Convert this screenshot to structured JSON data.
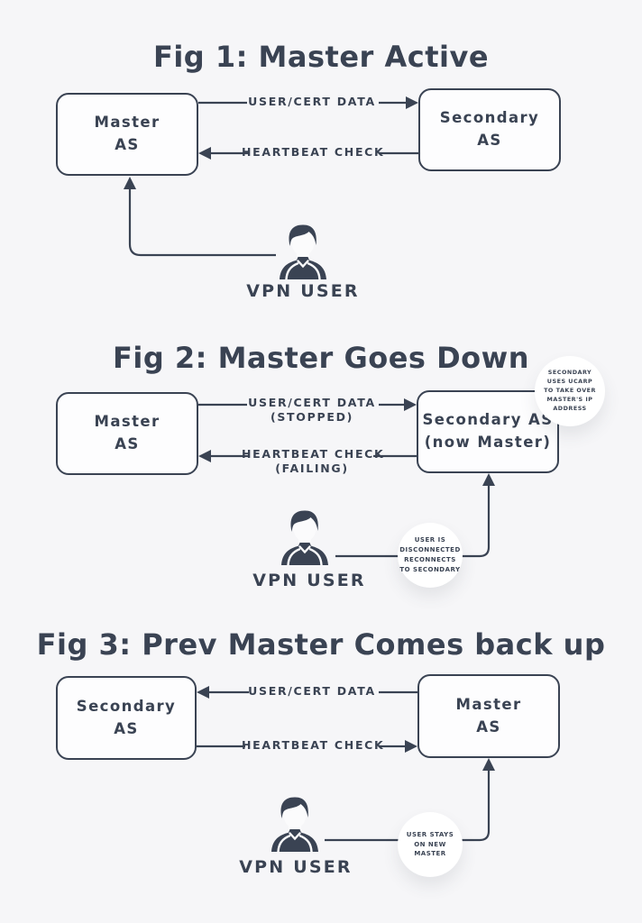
{
  "palette": {
    "ink": "#3a4353",
    "bg": "#f6f6f8",
    "node_fill": "#fdfdfe",
    "badge_fill": "#ffffff"
  },
  "icons": {
    "user": "vpn-user-person-bust-icon",
    "arrow": "solid-triangle-arrowhead-icon"
  },
  "figures": [
    {
      "title": "Fig 1: Master Active",
      "nodes": [
        {
          "line1": "Master",
          "line2": "AS"
        },
        {
          "line1": "Secondary",
          "line2": "AS"
        }
      ],
      "links": [
        {
          "label": "USER/CERT DATA"
        },
        {
          "label": "HEARTBEAT CHECK"
        }
      ],
      "user_label": "VPN USER",
      "badges": []
    },
    {
      "title": "Fig 2: Master Goes Down",
      "nodes": [
        {
          "line1": "Master",
          "line2": "AS"
        },
        {
          "line1": "Secondary AS",
          "line2": "(now Master)"
        }
      ],
      "links": [
        {
          "label": "USER/CERT DATA",
          "sublabel": "(STOPPED)"
        },
        {
          "label": "HEARTBEAT CHECK",
          "sublabel": "(FAILING)"
        }
      ],
      "user_label": "VPN USER",
      "badges": [
        {
          "lines": [
            "SECONDARY",
            "USES UCARP",
            "TO TAKE OVER",
            "MASTER'S IP",
            "ADDRESS"
          ]
        },
        {
          "lines": [
            "USER IS",
            "DISCONNECTED",
            "RECONNECTS",
            "TO SECONDARY"
          ]
        }
      ]
    },
    {
      "title": "Fig 3: Prev Master Comes back up",
      "nodes": [
        {
          "line1": "Secondary",
          "line2": "AS"
        },
        {
          "line1": "Master",
          "line2": "AS"
        }
      ],
      "links": [
        {
          "label": "USER/CERT DATA"
        },
        {
          "label": "HEARTBEAT CHECK"
        }
      ],
      "user_label": "VPN USER",
      "badges": [
        {
          "lines": [
            "USER STAYS",
            "ON NEW",
            "MASTER"
          ]
        }
      ]
    }
  ]
}
